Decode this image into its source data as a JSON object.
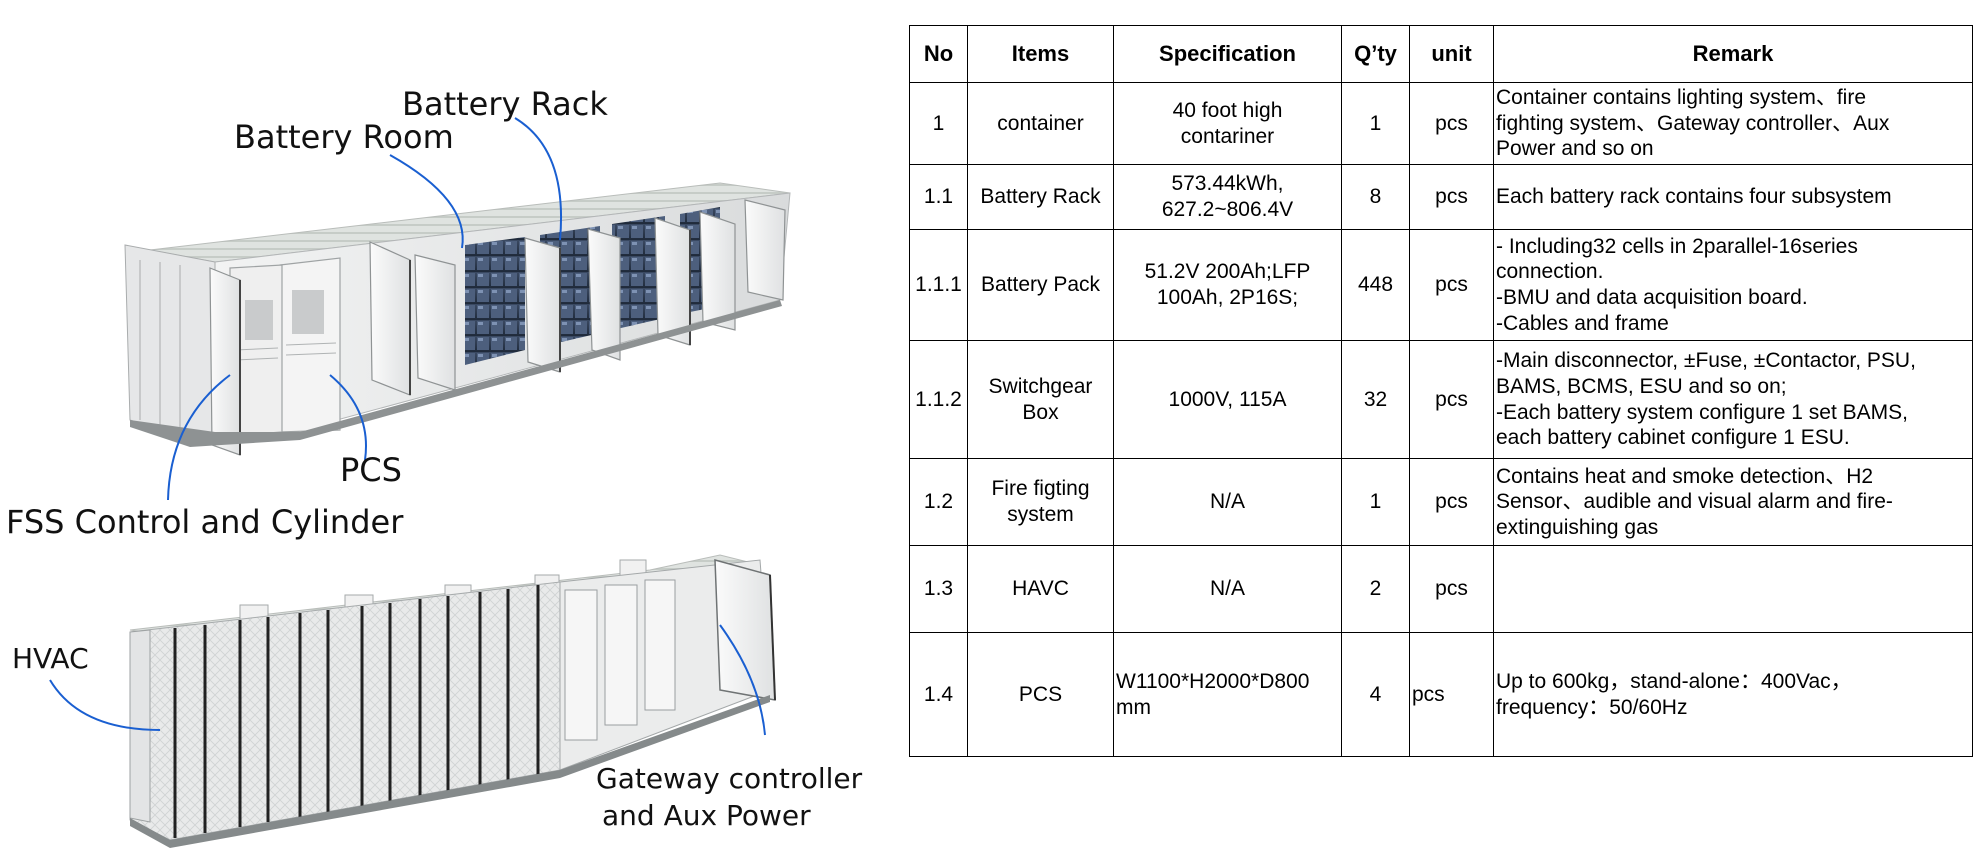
{
  "callouts": {
    "battery_rack": "Battery Rack",
    "battery_room": "Battery Room",
    "pcs": "PCS",
    "fss": "FSS Control and Cylinder",
    "hvac": "HVAC",
    "gateway_line1": "Gateway controller",
    "gateway_line2": "and Aux Power"
  },
  "table": {
    "headers": {
      "no": "No",
      "items": "Items",
      "specification": "Specification",
      "qty": "Q’ty",
      "unit": "unit",
      "remark": "Remark"
    },
    "rows": [
      {
        "no": "1",
        "item": "container",
        "spec": [
          "40 foot high",
          "contariner"
        ],
        "qty": "1",
        "unit": "pcs",
        "remark": [
          "Container contains lighting system、fire",
          "fighting system、Gateway controller、Aux",
          "Power and so on"
        ]
      },
      {
        "no": "1.1",
        "item": "Battery Rack",
        "spec": [
          "573.44kWh,",
          "627.2~806.4V"
        ],
        "qty": "8",
        "unit": "pcs",
        "remark": [
          "Each battery rack contains four subsystem"
        ]
      },
      {
        "no": "1.1.1",
        "item": "Battery Pack",
        "spec": [
          "51.2V 200Ah;LFP",
          "100Ah, 2P16S;"
        ],
        "qty": "448",
        "unit": "pcs",
        "remark": [
          "- Including32 cells in 2parallel-16series",
          "connection.",
          "-BMU and data acquisition board.",
          "-Cables and frame"
        ]
      },
      {
        "no": "1.1.2",
        "item": [
          "Switchgear",
          "Box"
        ],
        "spec": [
          "1000V, 115A"
        ],
        "qty": "32",
        "unit": "pcs",
        "remark": [
          "-Main disconnector, ±Fuse, ±Contactor, PSU,",
          "BAMS, BCMS, ESU and so on;",
          "-Each battery system configure 1 set BAMS,",
          "each battery cabinet configure 1 ESU."
        ]
      },
      {
        "no": "1.2",
        "item": [
          "Fire figting",
          "system"
        ],
        "spec": [
          "N/A"
        ],
        "qty": "1",
        "unit": "pcs",
        "remark": [
          "Contains heat and smoke detection、H2",
          "Sensor、audible and visual alarm and fire-",
          "extinguishing gas"
        ]
      },
      {
        "no": "1.3",
        "item": "HAVC",
        "spec": [
          "N/A"
        ],
        "qty": "2",
        "unit": "pcs",
        "remark": []
      },
      {
        "no": "1.4",
        "item": "PCS",
        "spec": [
          "W1100*H2000*D800",
          "mm"
        ],
        "qty": "4",
        "unit": "pcs",
        "remark": [
          "Up to 600kg，stand-alone：400Vac，",
          "frequency：50/60Hz"
        ]
      }
    ]
  }
}
